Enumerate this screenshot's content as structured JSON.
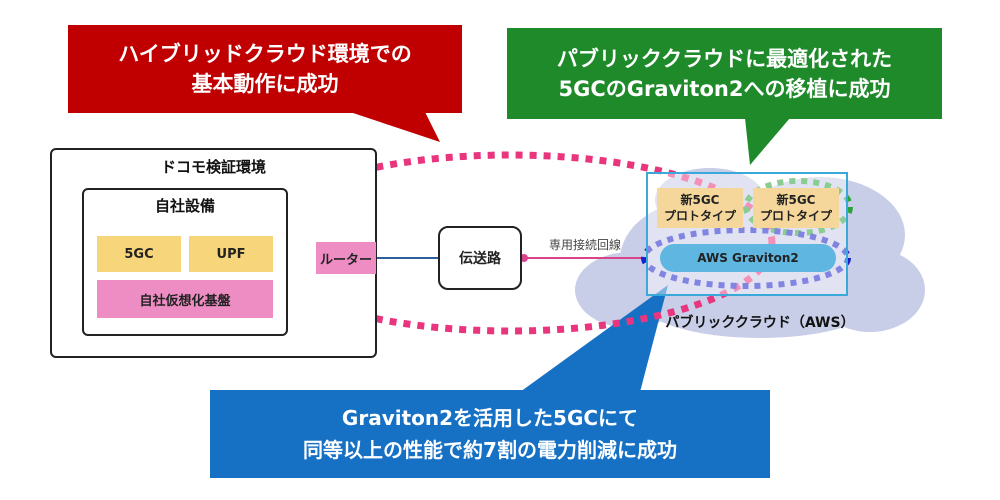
{
  "colors": {
    "red_callout": "#c00000",
    "green_callout": "#1f8a2a",
    "blue_callout": "#1671c4",
    "pink_dots": "#e8357e",
    "green_dots": "#2aa33a",
    "blue_dots": "#1a22c8",
    "cloud": "#c8cde8",
    "aws_frame": "#3aa8d8"
  },
  "callouts": {
    "red": [
      "ハイブリッドクラウド環境での",
      "基本動作に成功"
    ],
    "green": [
      "パブリッククラウドに最適化された",
      "5GCのGraviton2への移植に成功"
    ],
    "blue": [
      "Graviton2を活用した5GCにて",
      "同等以上の性能で約7割の電力削減に成功"
    ]
  },
  "docomo": {
    "title": "ドコモ検証環境",
    "onprem_title": "自社設備",
    "fivegc": "5GC",
    "upf": "UPF",
    "virtualization": "自社仮想化基盤",
    "router": "ルーター"
  },
  "transport": {
    "label": "伝送路",
    "line_label": "専用接続回線"
  },
  "aws": {
    "cloud_label": "パブリッククラウド（AWS）",
    "proto1": [
      "新5GC",
      "プロトタイプ"
    ],
    "proto2": [
      "新5GC",
      "プロトタイプ"
    ],
    "graviton": "AWS Graviton2"
  }
}
